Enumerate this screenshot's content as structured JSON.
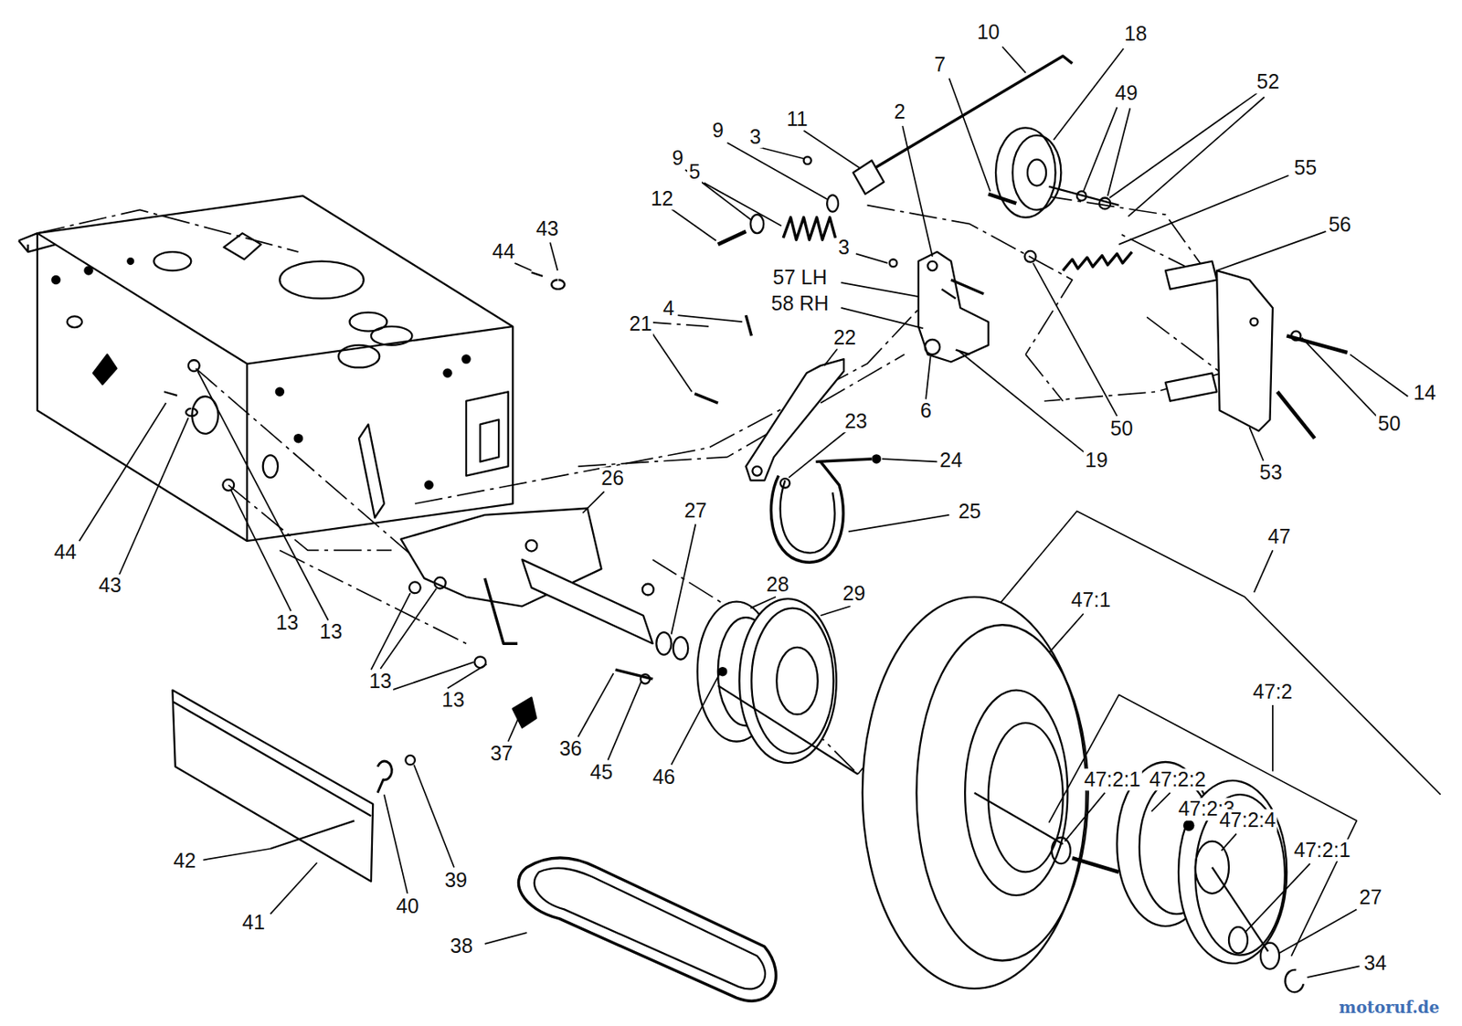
{
  "diagram": {
    "labels": [
      "10",
      "18",
      "7",
      "49",
      "52",
      "11",
      "2",
      "9",
      "3",
      "9",
      "5",
      "55",
      "12",
      "56",
      "43",
      "3",
      "44",
      "57 LH",
      "58 RH",
      "4",
      "21",
      "22",
      "14",
      "6",
      "23",
      "50",
      "50",
      "19",
      "24",
      "53",
      "26",
      "25",
      "27",
      "47",
      "44",
      "28",
      "43",
      "29",
      "47:1",
      "13",
      "13",
      "13",
      "47:2",
      "13",
      "36",
      "37",
      "45",
      "46",
      "47:2:1",
      "47:2:2",
      "47:2:3",
      "47:2:4",
      "47:2:1",
      "42",
      "39",
      "27",
      "40",
      "41",
      "38",
      "34",
      "motoruf.de"
    ]
  }
}
